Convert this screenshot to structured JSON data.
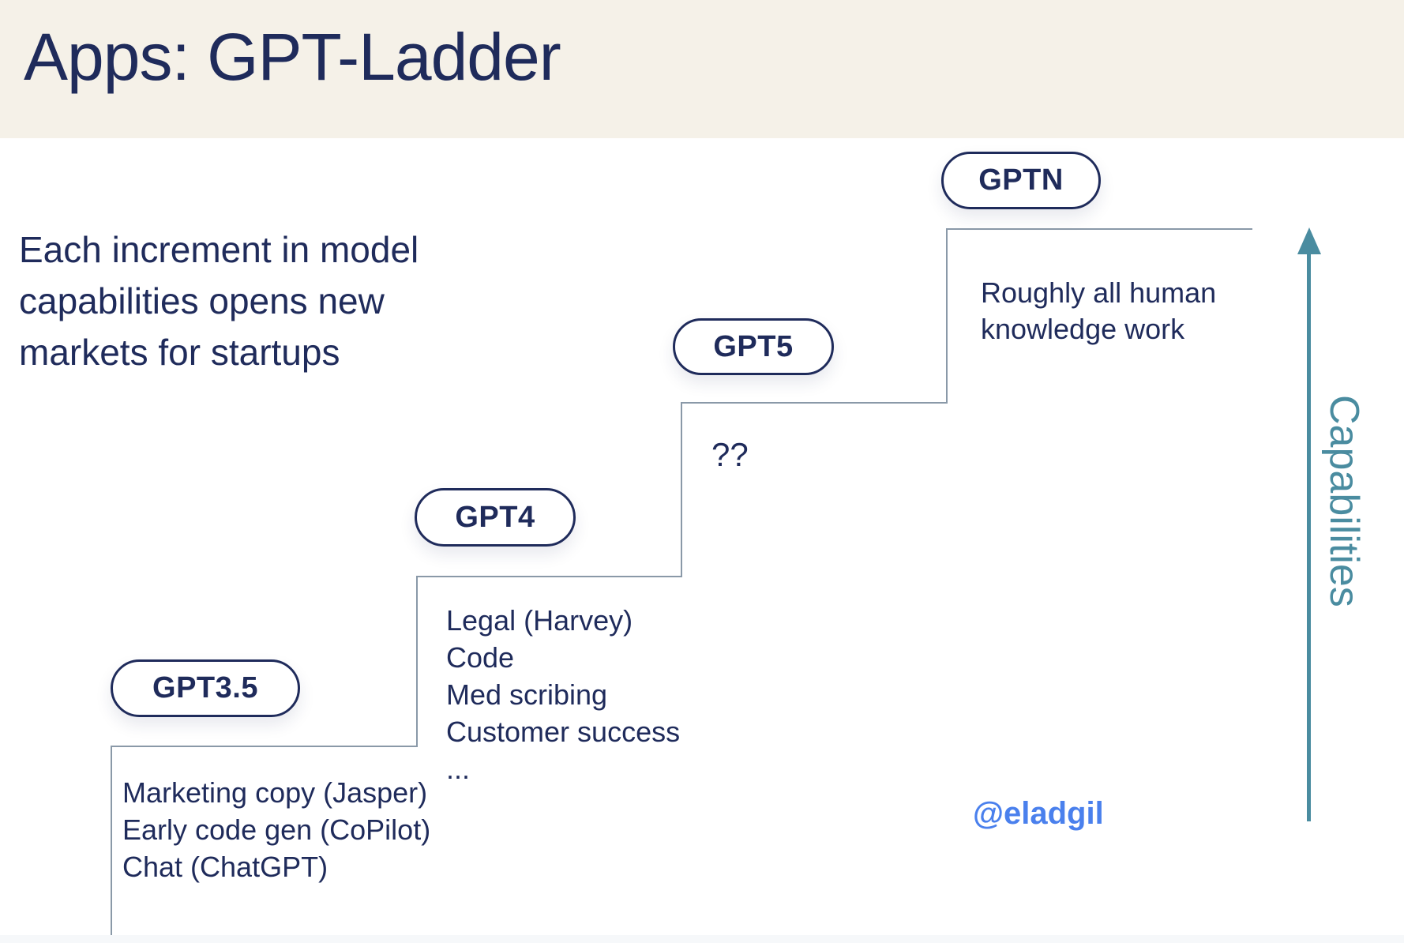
{
  "header": {
    "title": "Apps: GPT-Ladder"
  },
  "intro": {
    "text": "Each increment in model capabilities opens new markets for startups"
  },
  "ladder": {
    "steps": [
      {
        "model": "GPT3.5",
        "markets": [
          "Marketing copy (Jasper)",
          "Early code gen (CoPilot)",
          "Chat (ChatGPT)"
        ]
      },
      {
        "model": "GPT4",
        "markets": [
          "Legal (Harvey)",
          "Code",
          "Med scribing",
          "Customer success",
          "..."
        ]
      },
      {
        "model": "GPT5",
        "markets": [
          "??"
        ]
      },
      {
        "model": "GPTN",
        "markets": [
          "Roughly all human knowledge work"
        ]
      }
    ]
  },
  "axis": {
    "label": "Capabilities"
  },
  "attribution": {
    "handle": "@eladgil"
  },
  "colors": {
    "header_background": "#F5F1E8",
    "body_background": "#FFFFFF",
    "navy_text": "#1F2B5B",
    "step_line": "#8A99A8",
    "capabilities_teal": "#4A8CA0",
    "attribution_blue": "#4A80ED",
    "bottom_strip": "#F6F8FA"
  }
}
